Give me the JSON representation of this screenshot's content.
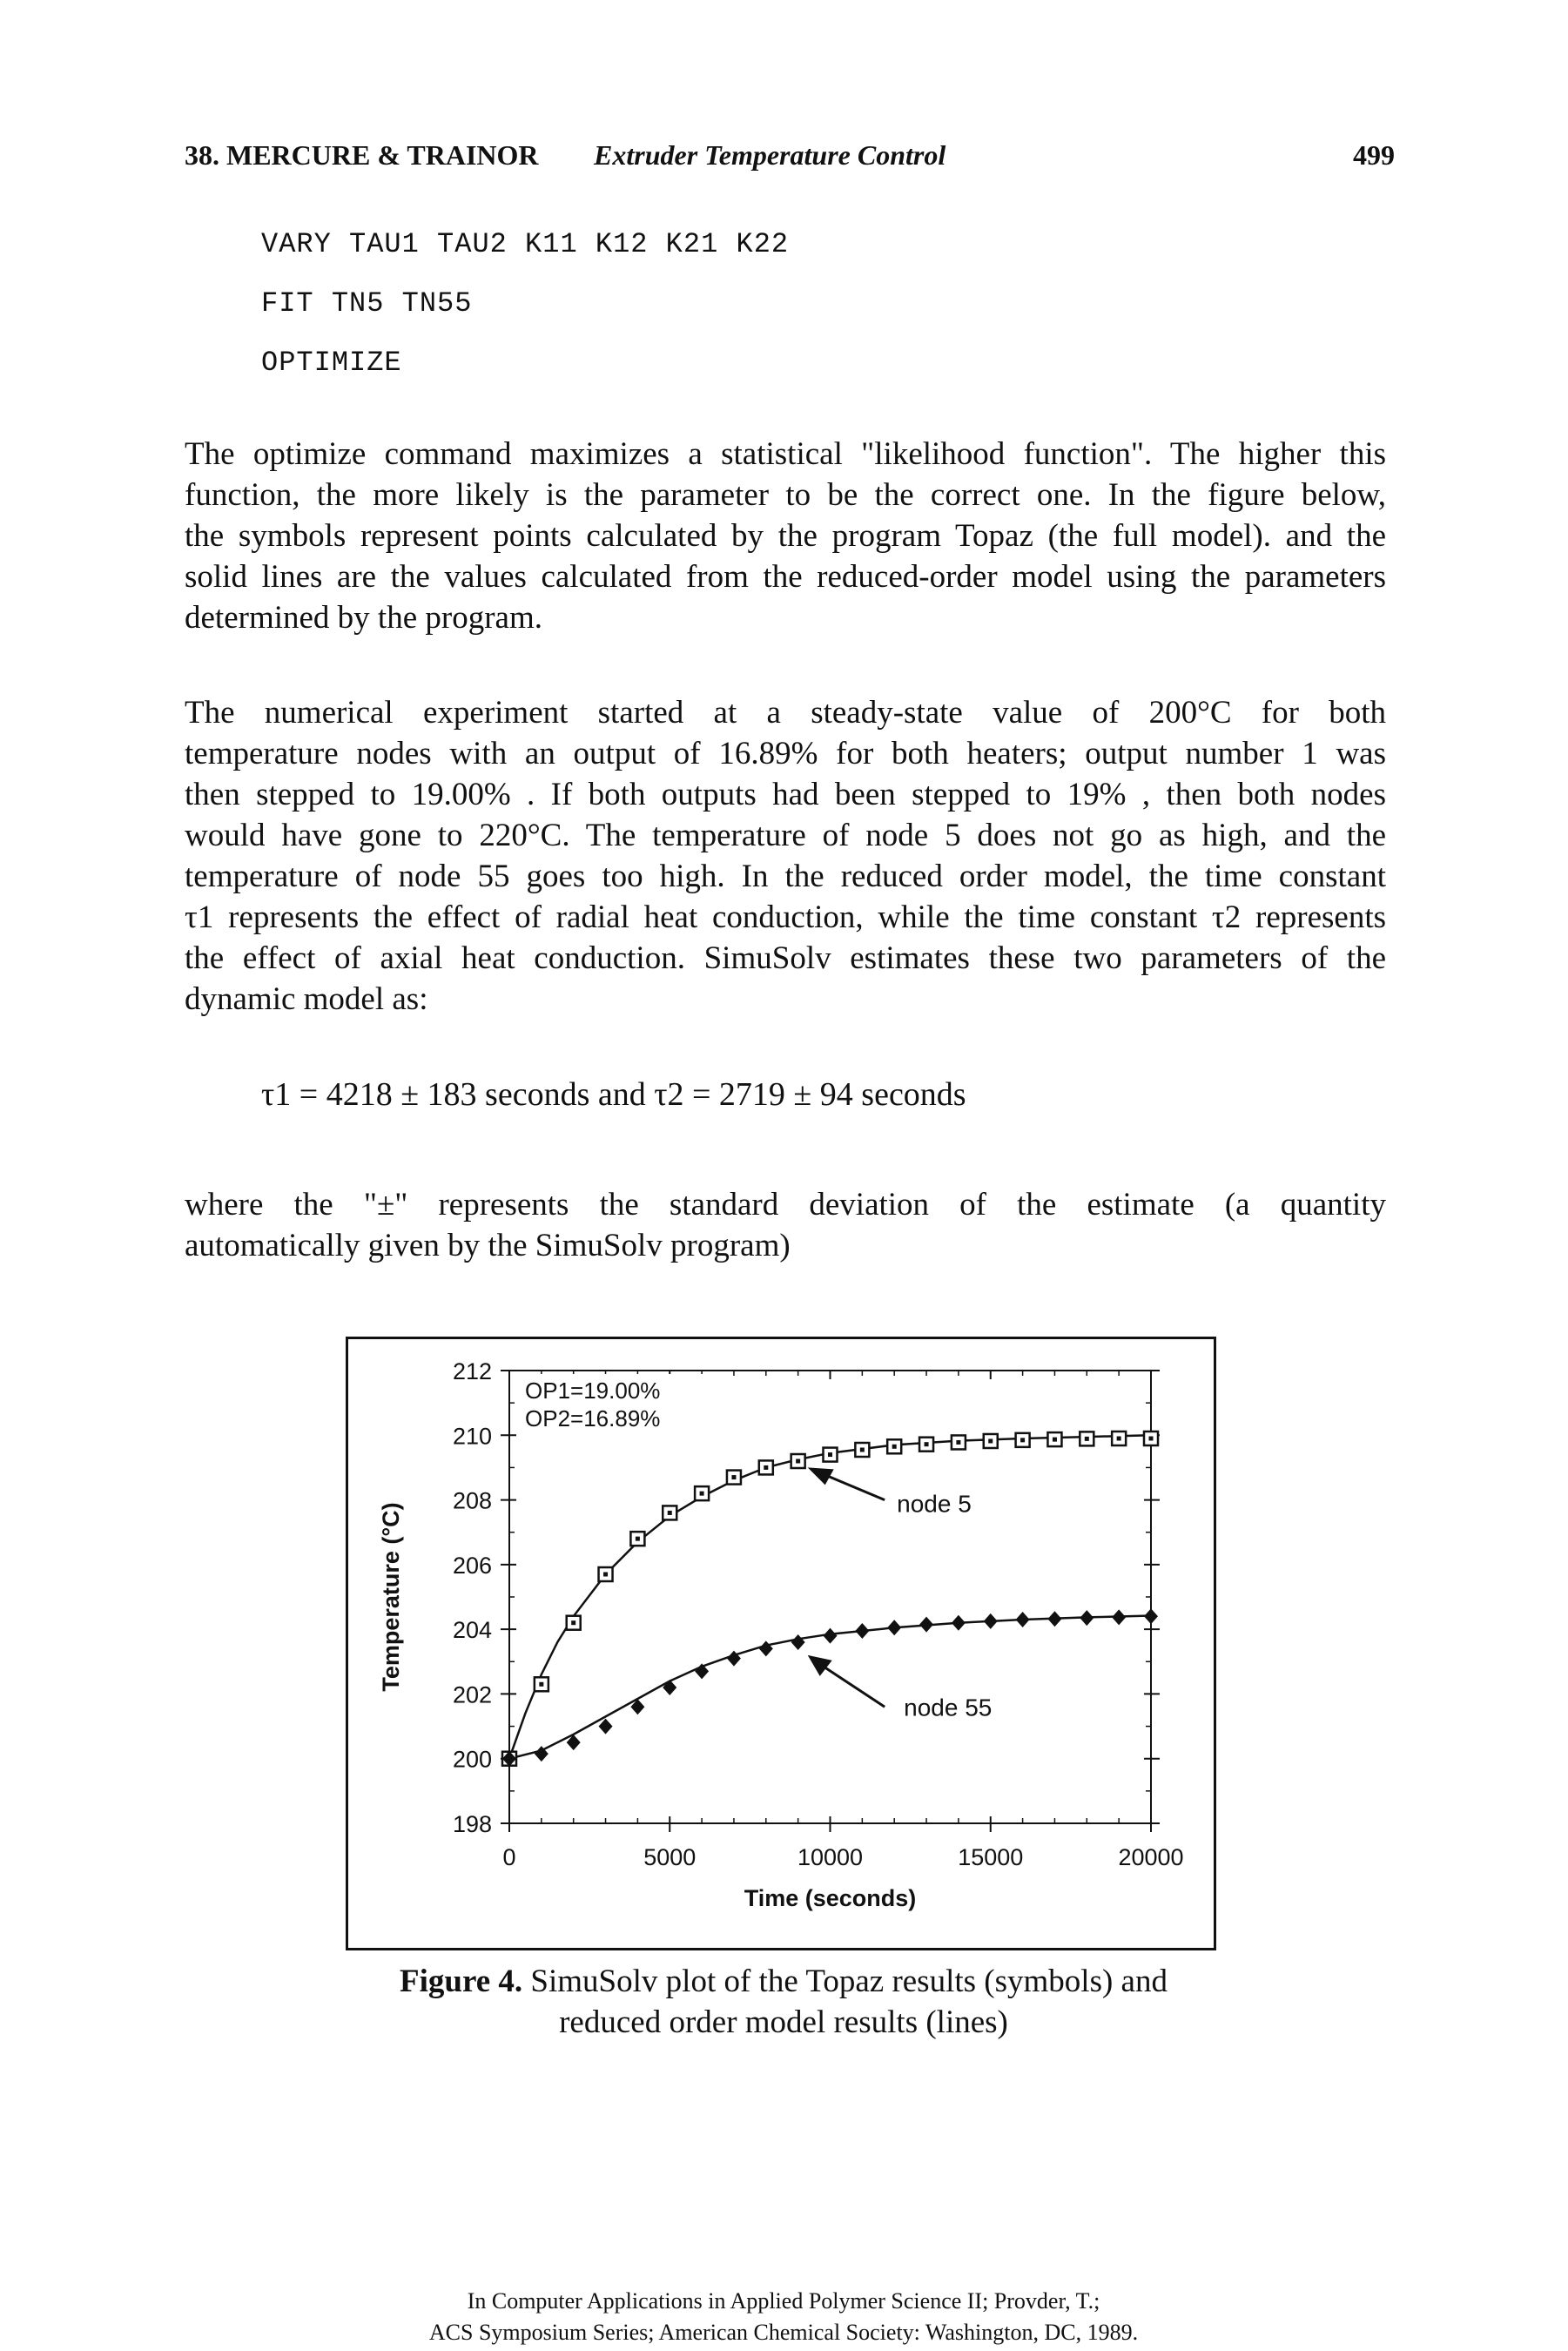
{
  "header": {
    "chapter": "38. MERCURE & TRAINOR",
    "title": "Extruder Temperature Control",
    "page_number": "499"
  },
  "code_lines": [
    "VARY TAU1 TAU2 K11 K12 K21 K22",
    "FIT TN5 TN55",
    "OPTIMIZE"
  ],
  "paragraph1": [
    "The optimize command maximizes a statistical \"likelihood function\". The higher this",
    "function, the more likely is the parameter to be the correct one. In the figure below,",
    "the symbols represent points calculated by the program Topaz (the full model). and the",
    "solid lines are the values calculated from the reduced-order model using the parameters",
    "determined by the program."
  ],
  "paragraph2": [
    "The numerical experiment started at a steady-state value of 200°C for both",
    "temperature nodes with an output of 16.89% for both heaters; output number 1 was",
    "then stepped to 19.00% . If both outputs had been stepped to 19% , then both nodes",
    "would have gone to 220°C. The temperature of node 5 does not go as high, and the",
    "temperature of node 55 goes too high. In the reduced order model, the time constant",
    "τ1 represents the effect of radial heat conduction, while the time constant τ2 represents",
    "the effect of axial heat conduction. SimuSolv estimates these two parameters of the",
    "dynamic model as:"
  ],
  "equation": "τ1 = 4218 ± 183 seconds and τ2 = 2719 ± 94 seconds",
  "paragraph3": [
    "where the \"±\" represents the standard deviation of the estimate (a quantity",
    "automatically given by the SimuSolv program)"
  ],
  "caption": {
    "label": "Figure 4.",
    "line1": " SimuSolv plot of the Topaz results (symbols) and",
    "line2": "reduced order model results (lines)"
  },
  "footer": [
    "In Computer Applications in Applied Polymer Science II; Provder, T.;",
    "ACS Symposium Series; American Chemical Society: Washington, DC, 1989."
  ],
  "chart_data": {
    "type": "scatter",
    "title": "",
    "xlabel": "Time (seconds)",
    "ylabel": "Temperature (°C)",
    "xlim": [
      0,
      20000
    ],
    "ylim": [
      198,
      212
    ],
    "xticks": [
      0,
      5000,
      10000,
      15000,
      20000
    ],
    "xtick_labels": [
      "0",
      "5000",
      "10000",
      "15000",
      "20000"
    ],
    "yticks": [
      198,
      200,
      202,
      204,
      206,
      208,
      210,
      212
    ],
    "ytick_labels": [
      "198",
      "200",
      "202",
      "204",
      "206",
      "208",
      "210",
      "212"
    ],
    "grid": false,
    "annotations": {
      "box_line1": "OP1=19.00%",
      "box_line2": "OP2=16.89%",
      "node5": "node 5",
      "node55": "node 55"
    },
    "series": [
      {
        "name": "node 5",
        "marker": "square",
        "x": [
          0,
          1000,
          2000,
          3000,
          4000,
          5000,
          6000,
          7000,
          8000,
          9000,
          10000,
          11000,
          12000,
          13000,
          14000,
          15000,
          16000,
          17000,
          18000,
          19000,
          20000
        ],
        "y": [
          200.0,
          202.3,
          204.2,
          205.7,
          206.8,
          207.6,
          208.2,
          208.7,
          209.0,
          209.2,
          209.4,
          209.55,
          209.65,
          209.72,
          209.78,
          209.82,
          209.85,
          209.87,
          209.89,
          209.9,
          209.9
        ]
      },
      {
        "name": "node 55",
        "marker": "filled-diamond",
        "x": [
          0,
          1000,
          2000,
          3000,
          4000,
          5000,
          6000,
          7000,
          8000,
          9000,
          10000,
          11000,
          12000,
          13000,
          14000,
          15000,
          16000,
          17000,
          18000,
          19000,
          20000
        ],
        "y": [
          200.0,
          200.15,
          200.5,
          201.0,
          201.6,
          202.2,
          202.7,
          203.1,
          203.4,
          203.6,
          203.8,
          203.95,
          204.05,
          204.15,
          204.2,
          204.25,
          204.3,
          204.32,
          204.35,
          204.37,
          204.4
        ]
      },
      {
        "name": "node 5 reduced model",
        "marker": "line",
        "x": [
          0,
          500,
          1000,
          1500,
          2000,
          3000,
          4000,
          5000,
          6000,
          7000,
          8000,
          9000,
          10000,
          12000,
          14000,
          16000,
          18000,
          20000
        ],
        "y": [
          200.0,
          201.4,
          202.6,
          203.6,
          204.4,
          205.7,
          206.7,
          207.5,
          208.1,
          208.6,
          209.0,
          209.25,
          209.45,
          209.7,
          209.83,
          209.9,
          209.95,
          210.0
        ]
      },
      {
        "name": "node 55 reduced model",
        "marker": "line",
        "x": [
          0,
          1000,
          2000,
          3000,
          4000,
          5000,
          6000,
          7000,
          8000,
          9000,
          10000,
          12000,
          14000,
          16000,
          18000,
          20000
        ],
        "y": [
          200.0,
          200.25,
          200.75,
          201.3,
          201.85,
          202.4,
          202.85,
          203.2,
          203.5,
          203.7,
          203.85,
          204.05,
          204.2,
          204.3,
          204.37,
          204.42
        ]
      }
    ]
  }
}
